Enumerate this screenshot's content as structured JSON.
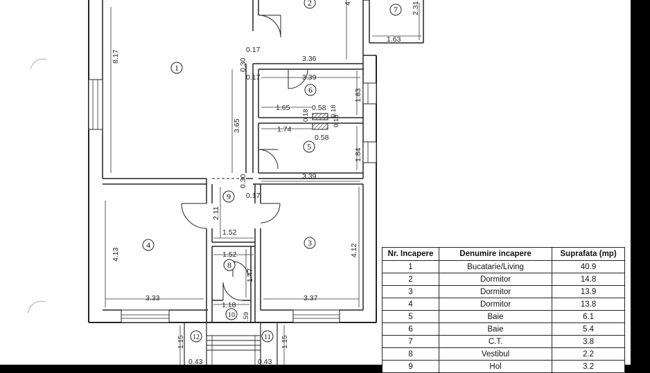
{
  "colors": {
    "background": "#000000",
    "paper": "#ffffff",
    "ink": "#222222",
    "hatch": "#555555"
  },
  "rooms": [
    {
      "num": "1",
      "name": "Bucatarie/Living",
      "area": "40.9"
    },
    {
      "num": "2",
      "name": "Dormitor",
      "area": "14.8"
    },
    {
      "num": "3",
      "name": "Dormitor",
      "area": "13.9"
    },
    {
      "num": "4",
      "name": "Dormitor",
      "area": "13.8"
    },
    {
      "num": "5",
      "name": "Baie",
      "area": "6.1"
    },
    {
      "num": "6",
      "name": "Baie",
      "area": "5.4"
    },
    {
      "num": "7",
      "name": "C.T.",
      "area": "3.8"
    },
    {
      "num": "8",
      "name": "Vestibul",
      "area": "2.2"
    },
    {
      "num": "9",
      "name": "Hol",
      "area": "3.2"
    }
  ],
  "plan_labels": {
    "room1": "1",
    "room2": "2",
    "room3": "3",
    "room4": "4",
    "room5": "5",
    "room6": "6",
    "room7": "7",
    "room8": "8",
    "room9": "9",
    "room10": "10",
    "room11": "11",
    "room12": "12",
    "dim_817": "8.17",
    "dim_365": "3.65",
    "dim_030_top": "0.30",
    "dim_017_top": "0.17",
    "dim_336": "3.36",
    "dim_339_a": "3.39",
    "dim_017_b": "0.17",
    "dim_163_v": "1.63",
    "dim_165": "1.65",
    "dim_058_a": "0.58",
    "dim_018_a": "0.18",
    "dim_018_b": "0.18",
    "dim_018_c": "0.18",
    "dim_174": "1.74",
    "dim_058_b": "0.58",
    "dim_184": "1.84",
    "dim_339_b": "3.39",
    "dim_030_b": "0.30",
    "dim_017_c": "0.17",
    "dim_211": "2.11",
    "dim_152_a": "1.52",
    "dim_152_b": "1.52",
    "dim_147": "1.47",
    "dim_413": "4.13",
    "dim_333": "3.33",
    "dim_412": "4.12",
    "dim_337": "3.37",
    "dim_118": "1.18",
    "dim_59": ".59",
    "dim_115_l": "1.15",
    "dim_115_r": "1.15",
    "dim_043_l": "0.43",
    "dim_043_r": "0.43",
    "dim_231": "2.31",
    "dim_163_h": "1.63",
    "dim_4": "4"
  },
  "table": {
    "header": {
      "num": "Nr. Incapere",
      "name": "Denumire incapere",
      "area": "Suprafata (mp)"
    }
  }
}
